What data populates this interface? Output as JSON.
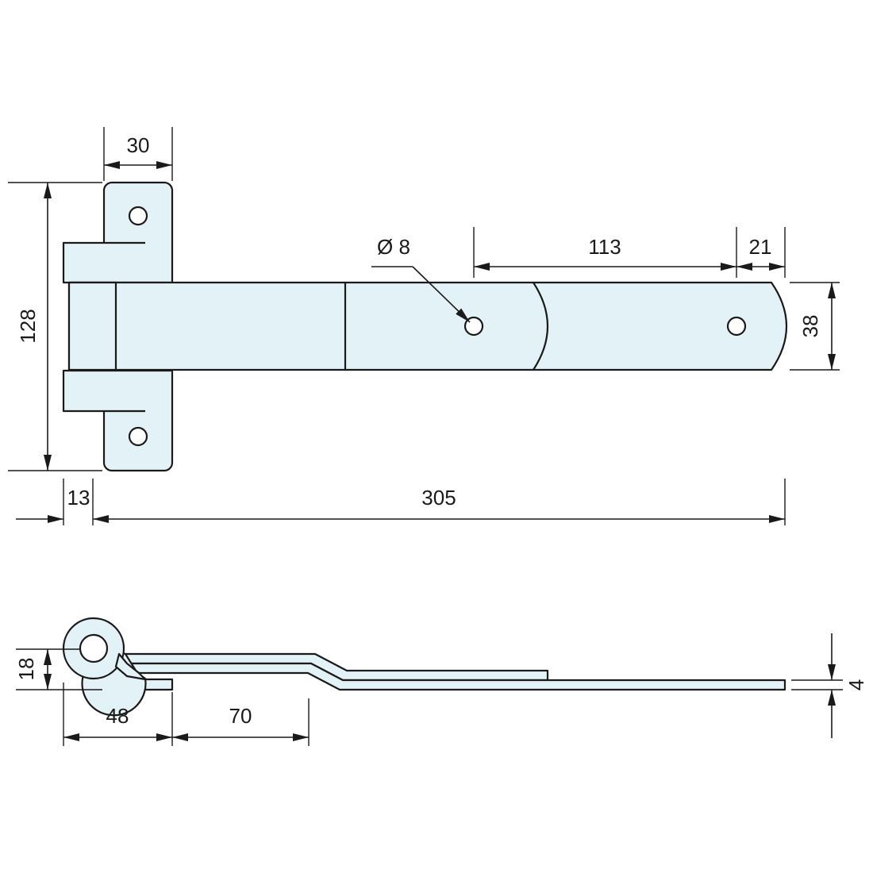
{
  "colors": {
    "part_fill": "#e3f2f6",
    "line": "#1a1a1a",
    "background": "#ffffff"
  },
  "top_view": {
    "dimensions": {
      "plate_width": "30",
      "overall_height": "128",
      "hole_diameter": "Ø 8",
      "hole_spacing": "113",
      "hole_end_offset": "21",
      "strap_width": "38",
      "knuckle_offset": "13",
      "strap_length": "305"
    }
  },
  "side_view": {
    "dimensions": {
      "knuckle_height": "18",
      "thickness": "4",
      "knuckle_length": "48",
      "offset_length": "70"
    }
  }
}
